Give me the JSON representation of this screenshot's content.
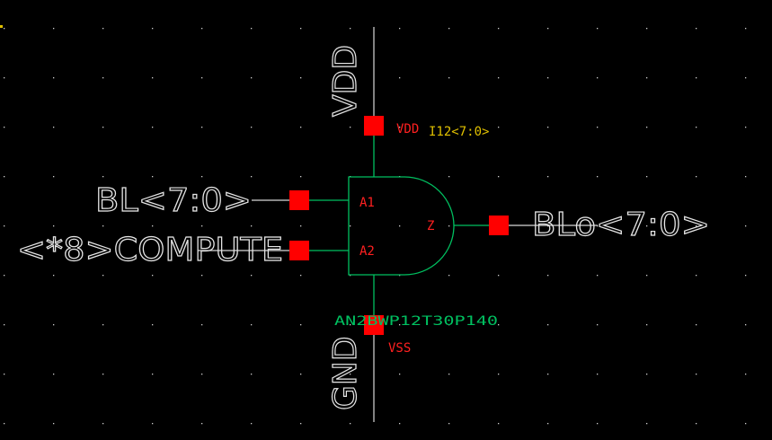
{
  "instance": {
    "name": "I12<7:0>",
    "cell": "AN2BWP12T30P140",
    "pins": {
      "a1": "A1",
      "a2": "A2",
      "z": "Z"
    }
  },
  "power_pins": {
    "vdd": "VDD",
    "vss": "VSS"
  },
  "nets": {
    "vdd": "VDD",
    "gnd": "GND",
    "in1": "BL<7:0>",
    "in2": "<*8>COMPUTE",
    "out": "BLo<7:0>"
  },
  "colors": {
    "wire": "#d8d8d8",
    "gate": "#00c060",
    "pin": "#ff0000",
    "pin_label": "#ff2020",
    "instance_label": "#e0c000",
    "background": "#000000"
  }
}
